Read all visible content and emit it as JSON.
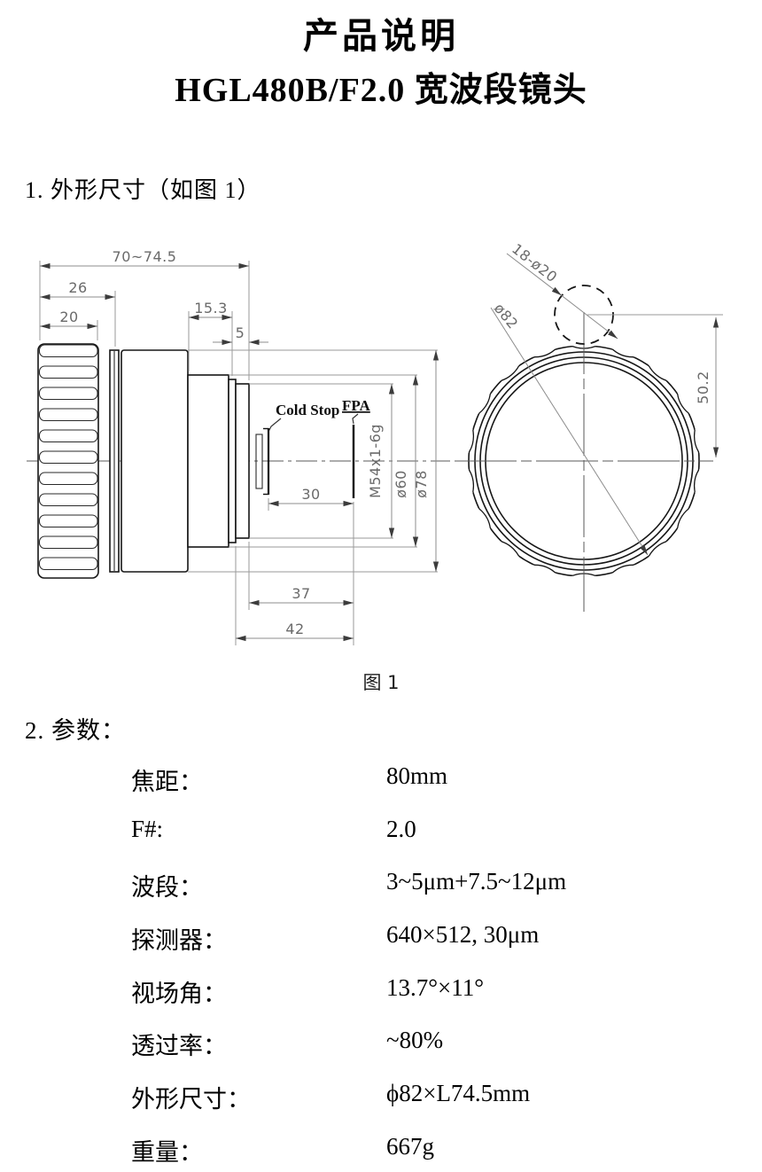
{
  "header": {
    "title": "产品说明",
    "subtitle": "HGL480B/F2.0 宽波段镜头"
  },
  "sections": {
    "dimensions_heading": "1. 外形尺寸（如图 1）",
    "figure_caption": "图 1",
    "params_heading": "2. 参数："
  },
  "drawing": {
    "side_view": {
      "cold_stop_label": "Cold Stop",
      "fpa_label": "FPA",
      "dims": {
        "overall": "70~74.5",
        "d26": "26",
        "d20": "20",
        "d15_3": "15.3",
        "d5": "5",
        "d30": "30",
        "d37": "37",
        "d42": "42",
        "thread": "M54x1-6g",
        "dia60": "ø60",
        "dia78": "ø78"
      }
    },
    "front_view": {
      "dims": {
        "knurl_circles": "18-ø20",
        "outer_dia": "ø82",
        "center_offset": "50.2"
      }
    }
  },
  "parameters": [
    {
      "label": "焦距：",
      "value": "80mm"
    },
    {
      "label": "F#:",
      "value": "2.0"
    },
    {
      "label": "波段：",
      "value": "3~5μm+7.5~12μm"
    },
    {
      "label": "探测器：",
      "value": "640×512, 30μm"
    },
    {
      "label": "视场角：",
      "value": "13.7°×11°"
    },
    {
      "label": "透过率：",
      "value": "~80%"
    },
    {
      "label": "外形尺寸：",
      "value": "ϕ82×L74.5mm"
    },
    {
      "label": "重量：",
      "value": "667g"
    }
  ]
}
